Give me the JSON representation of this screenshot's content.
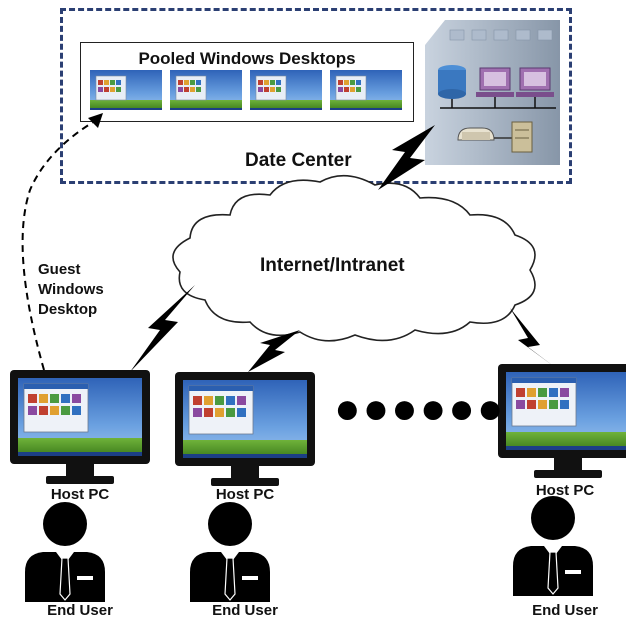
{
  "data_center": {
    "pool_title": "Pooled Windows Desktops",
    "label": "Date Center"
  },
  "network": {
    "label": "Internet/Intranet"
  },
  "guest": {
    "line1": "Guest",
    "line2": "Windows",
    "line3": "Desktop"
  },
  "ellipsis": "●●●●●●",
  "clients": [
    {
      "pc_label": "Host PC",
      "user_label": "End User"
    },
    {
      "pc_label": "Host PC",
      "user_label": "End User"
    },
    {
      "pc_label": "Host PC",
      "user_label": "End User"
    }
  ],
  "colors": {
    "frame": "#2b3f73",
    "cloud_fill": "#ffffff",
    "monitor_bezel": "#111111",
    "desktop_sky": "#3a74c8",
    "desktop_grass": "#4f9a2a",
    "user": "#000000"
  }
}
